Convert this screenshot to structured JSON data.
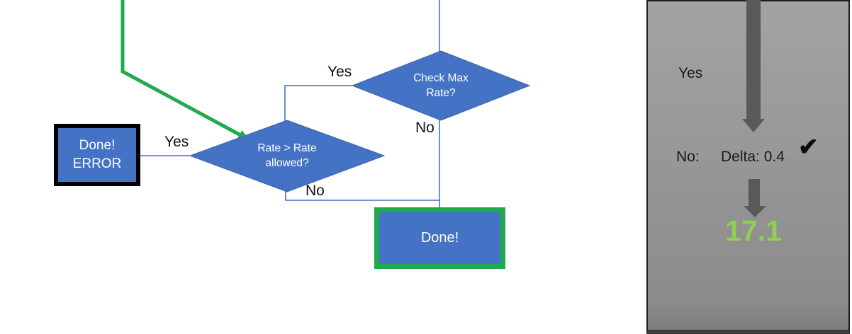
{
  "flowchart": {
    "check_max_decision": {
      "label": "Check Max\nRate?",
      "yes": "Yes",
      "no": "No"
    },
    "rate_allowed_decision": {
      "label": "Rate > Rate\nallowed?",
      "yes": "Yes",
      "no": "No"
    },
    "done_error": {
      "label": "Done!\nERROR"
    },
    "done": {
      "label": "Done!"
    }
  },
  "side_panel": {
    "yes": "Yes",
    "no": "No:",
    "delta": "Delta: 0.4",
    "checkmark": "✔",
    "result": "17.1"
  },
  "colors": {
    "shape_blue": "#4472C4",
    "connector_blue": "#4472C4",
    "green": "#1FAA4E",
    "light_green": "#8ED04F",
    "arrow_dark_gray": "#595959",
    "panel_gray": "#979797",
    "border_black": "#000000"
  }
}
